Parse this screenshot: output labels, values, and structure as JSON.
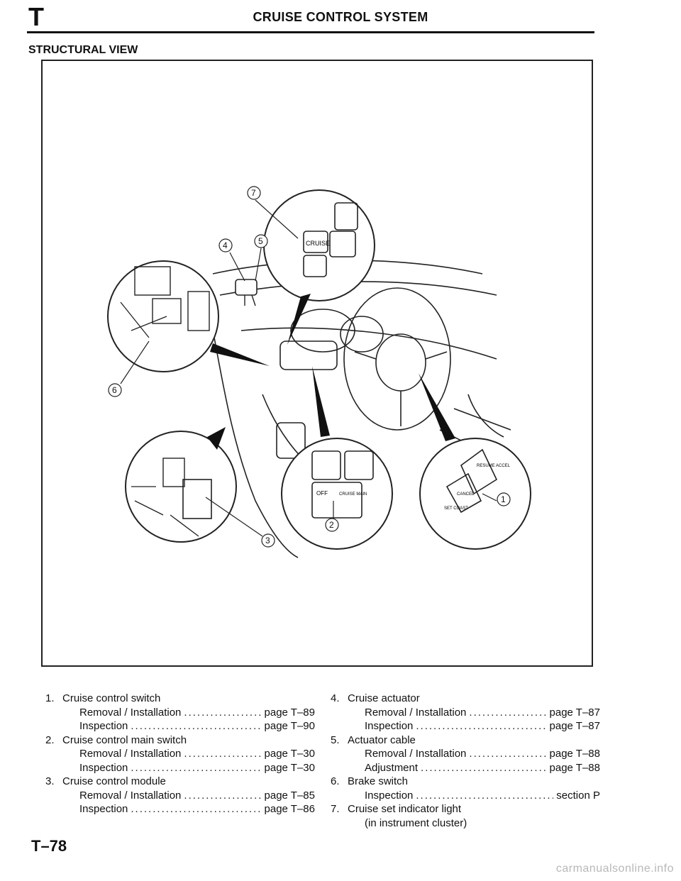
{
  "header": {
    "section_letter": "T",
    "title": "CRUISE CONTROL SYSTEM"
  },
  "section_heading": "STRUCTURAL VIEW",
  "figure": {
    "callouts": [
      "1",
      "2",
      "3",
      "4",
      "5",
      "6",
      "7"
    ],
    "labels": {
      "cruise": "CRUISE",
      "off": "OFF",
      "cruise_main": "CRUISE MAIN",
      "resume_accel": "RESUME ACCEL",
      "cancel": "CANCEL",
      "set_coast": "SET COAST"
    }
  },
  "components": [
    {
      "num": "1.",
      "name": "Cruise control switch",
      "subs": [
        {
          "label": "Removal / Installation",
          "ref": "page T–89"
        },
        {
          "label": "Inspection",
          "ref": "page T–90"
        }
      ]
    },
    {
      "num": "2.",
      "name": "Cruise control main switch",
      "subs": [
        {
          "label": "Removal / Installation",
          "ref": "page T–30"
        },
        {
          "label": "Inspection",
          "ref": "page T–30"
        }
      ]
    },
    {
      "num": "3.",
      "name": "Cruise control module",
      "subs": [
        {
          "label": "Removal / Installation",
          "ref": "page T–85"
        },
        {
          "label": "Inspection",
          "ref": "page T–86"
        }
      ]
    },
    {
      "num": "4.",
      "name": "Cruise actuator",
      "subs": [
        {
          "label": "Removal / Installation",
          "ref": "page T–87"
        },
        {
          "label": "Inspection",
          "ref": "page T–87"
        }
      ]
    },
    {
      "num": "5.",
      "name": "Actuator cable",
      "subs": [
        {
          "label": "Removal / Installation",
          "ref": "page T–88"
        },
        {
          "label": "Adjustment",
          "ref": "page T–88"
        }
      ]
    },
    {
      "num": "6.",
      "name": "Brake switch",
      "subs": [
        {
          "label": "Inspection",
          "ref": "section P"
        }
      ]
    },
    {
      "num": "7.",
      "name": "Cruise set indicator light",
      "note": "(in instrument cluster)"
    }
  ],
  "footer": {
    "page_number": "T–78",
    "watermark": "carmanualsonline.info"
  }
}
